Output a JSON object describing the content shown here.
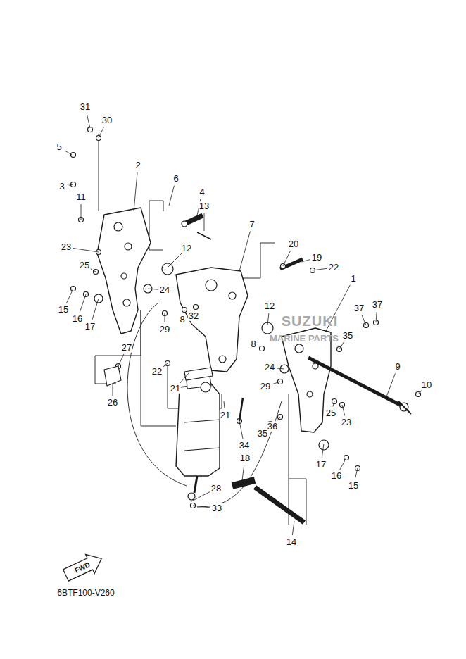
{
  "diagram": {
    "labels": [
      "31",
      "30",
      "5",
      "2",
      "3",
      "6",
      "4",
      "13",
      "11",
      "7",
      "12",
      "23",
      "25",
      "20",
      "19",
      "22",
      "15",
      "16",
      "17",
      "24",
      "1",
      "12",
      "29",
      "8",
      "32",
      "37",
      "37",
      "35",
      "8",
      "27",
      "24",
      "22",
      "9",
      "10",
      "26",
      "21",
      "21",
      "29",
      "25",
      "23",
      "35",
      "36",
      "34",
      "18",
      "17",
      "16",
      "15",
      "28",
      "33",
      "14",
      "SUZUKI",
      "MARINE PARTS",
      "FWD",
      "6BTF100-V260"
    ]
  }
}
